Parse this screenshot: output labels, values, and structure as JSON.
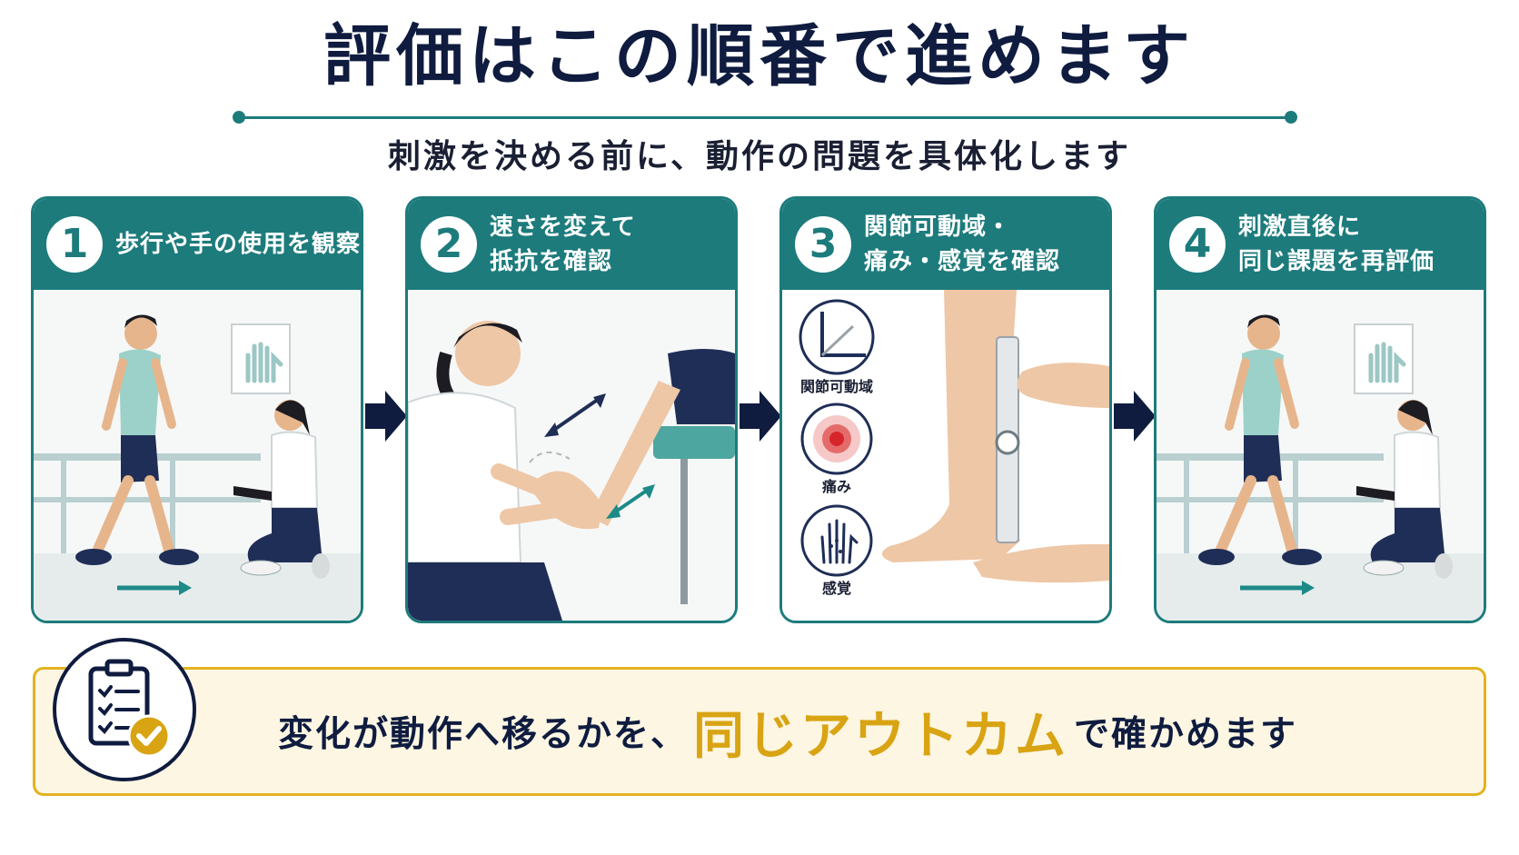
{
  "title": "評価はこの順番で進めます",
  "subtitle": "刺激を決める前に、動作の問題を具体化します",
  "steps": [
    {
      "number": "1",
      "lines": [
        "歩行や手の使用を観察"
      ]
    },
    {
      "number": "2",
      "lines": [
        "速さを変えて",
        "抵抗を確認"
      ]
    },
    {
      "number": "3",
      "lines": [
        "関節可動域・",
        "痛み・感覚を確認"
      ]
    },
    {
      "number": "4",
      "lines": [
        "刺激直後に",
        "同じ課題を再評価"
      ]
    }
  ],
  "assessment_icons": [
    "関節可動域",
    "痛み",
    "感覚"
  ],
  "bottom": {
    "text_before": "変化が動作へ移るかを、",
    "highlight": "同じアウトカム",
    "text_after": "で確かめます"
  },
  "colors": {
    "teal": "#1d7b7c",
    "navy": "#0f1c3f",
    "gold": "#d9a413",
    "cream": "#fdf6e3",
    "pain_red": "#d7262b"
  },
  "icons": [
    "arrow-right-icon",
    "clipboard-check-icon",
    "goniometer-icon",
    "pain-target-icon",
    "hand-sensation-icon",
    "hand-chart-icon",
    "double-arrow-icon"
  ]
}
